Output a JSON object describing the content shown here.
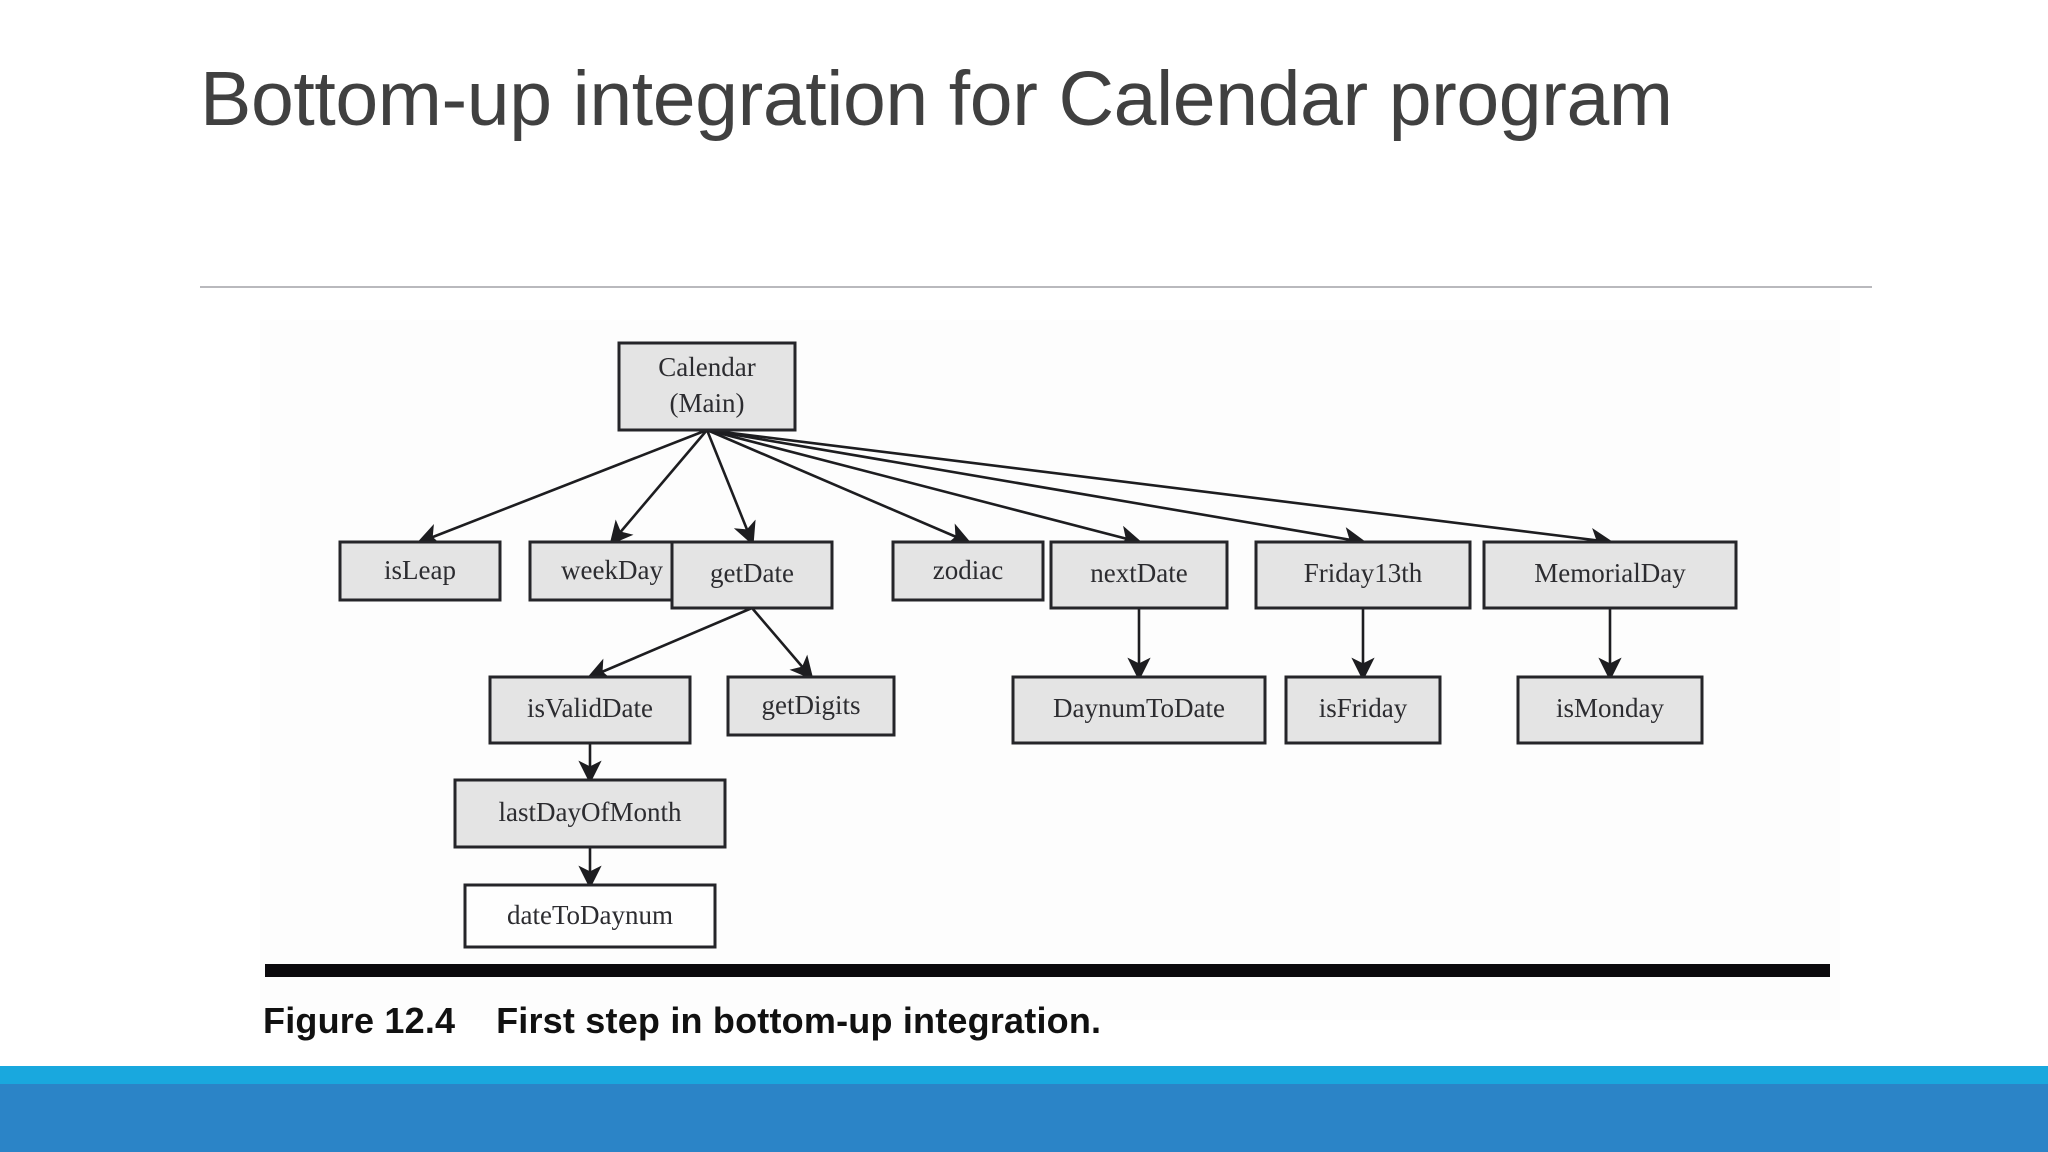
{
  "slide": {
    "title": "Bottom-up integration for Calendar program",
    "title_color": "#404040",
    "background": "#ffffff"
  },
  "figure": {
    "caption": "Figure 12.4    First step in bottom-up integration.",
    "caption_label": "Figure 12.4",
    "caption_text": "First step in bottom-up integration.",
    "rule_color": "#0b0a0d"
  },
  "footer": {
    "strip_color": "#19a8de",
    "bar_color": "#2b84c7"
  },
  "diagram": {
    "type": "call-tree",
    "node_fill": "#e4e4e4",
    "node_fill_plain": "#fefefe",
    "node_stroke": "#252529",
    "nodes": [
      {
        "id": "calendar",
        "label": "Calendar",
        "label2": "(Main)",
        "level": 0,
        "fill": "filled"
      },
      {
        "id": "isLeap",
        "label": "isLeap",
        "level": 1,
        "fill": "filled"
      },
      {
        "id": "weekDay",
        "label": "weekDay",
        "level": 1,
        "fill": "filled"
      },
      {
        "id": "getDate",
        "label": "getDate",
        "level": 1,
        "fill": "filled"
      },
      {
        "id": "zodiac",
        "label": "zodiac",
        "level": 1,
        "fill": "filled"
      },
      {
        "id": "nextDate",
        "label": "nextDate",
        "level": 1,
        "fill": "filled"
      },
      {
        "id": "Friday13th",
        "label": "Friday13th",
        "level": 1,
        "fill": "filled"
      },
      {
        "id": "MemorialDay",
        "label": "MemorialDay",
        "level": 1,
        "fill": "filled"
      },
      {
        "id": "isValidDate",
        "label": "isValidDate",
        "level": 2,
        "fill": "filled"
      },
      {
        "id": "getDigits",
        "label": "getDigits",
        "level": 2,
        "fill": "filled"
      },
      {
        "id": "DaynumToDate",
        "label": "DaynumToDate",
        "level": 2,
        "fill": "filled"
      },
      {
        "id": "isFriday",
        "label": "isFriday",
        "level": 2,
        "fill": "filled"
      },
      {
        "id": "isMonday",
        "label": "isMonday",
        "level": 2,
        "fill": "filled"
      },
      {
        "id": "lastDayOfMonth",
        "label": "lastDayOfMonth",
        "level": 3,
        "fill": "filled"
      },
      {
        "id": "dateToDaynum",
        "label": "dateToDaynum",
        "level": 4,
        "fill": "plain"
      }
    ],
    "edges": [
      {
        "from": "calendar",
        "to": "isLeap"
      },
      {
        "from": "calendar",
        "to": "weekDay"
      },
      {
        "from": "calendar",
        "to": "getDate"
      },
      {
        "from": "calendar",
        "to": "zodiac"
      },
      {
        "from": "calendar",
        "to": "nextDate"
      },
      {
        "from": "calendar",
        "to": "Friday13th"
      },
      {
        "from": "calendar",
        "to": "MemorialDay"
      },
      {
        "from": "getDate",
        "to": "isValidDate"
      },
      {
        "from": "getDate",
        "to": "getDigits"
      },
      {
        "from": "nextDate",
        "to": "DaynumToDate"
      },
      {
        "from": "Friday13th",
        "to": "isFriday"
      },
      {
        "from": "MemorialDay",
        "to": "isMonday"
      },
      {
        "from": "isValidDate",
        "to": "lastDayOfMonth"
      },
      {
        "from": "lastDayOfMonth",
        "to": "dateToDaynum"
      }
    ]
  }
}
